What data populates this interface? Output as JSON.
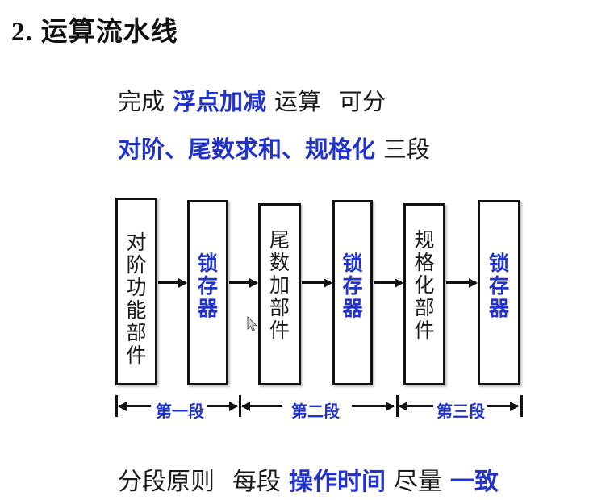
{
  "slide": {
    "title_number": "2.",
    "title_text": "运算流水线"
  },
  "lines": {
    "line1": {
      "seg1": "完成",
      "seg2_blue": "浮点加减",
      "seg3": "运算",
      "seg4": "可分"
    },
    "line2": {
      "seg1_blue": "对阶、尾数求和、规格化",
      "seg2": "三段"
    },
    "bottom": {
      "seg1": "分段原则",
      "seg2": "每段",
      "seg3_blue": "操作时间",
      "seg4": "尽量",
      "seg5_blue": "一致"
    }
  },
  "pipeline": {
    "boxes": [
      {
        "label": "对阶功能部件",
        "color": "black",
        "kind": "stage"
      },
      {
        "label": "锁存器",
        "color": "blue",
        "kind": "latch"
      },
      {
        "label": "尾数加部件",
        "color": "black",
        "kind": "stage"
      },
      {
        "label": "锁存器",
        "color": "blue",
        "kind": "latch"
      },
      {
        "label": "规格化部件",
        "color": "black",
        "kind": "stage"
      },
      {
        "label": "锁存器",
        "color": "blue",
        "kind": "latch"
      }
    ],
    "arrows": [
      {
        "from": "对阶功能部件",
        "to": "锁存器"
      },
      {
        "from": "锁存器",
        "to": "尾数加部件"
      },
      {
        "from": "尾数加部件",
        "to": "锁存器"
      },
      {
        "from": "锁存器",
        "to": "规格化部件"
      },
      {
        "from": "规格化部件",
        "to": "锁存器"
      }
    ],
    "segments": [
      {
        "label": "第一段"
      },
      {
        "label": "第二段"
      },
      {
        "label": "第三段"
      }
    ]
  },
  "colors": {
    "accent_blue": "#2233cc",
    "text_black": "#1a1a1a",
    "box_border": "#111111",
    "background": "#ffffff"
  },
  "cursor": {
    "icon": "mouse-pointer"
  }
}
